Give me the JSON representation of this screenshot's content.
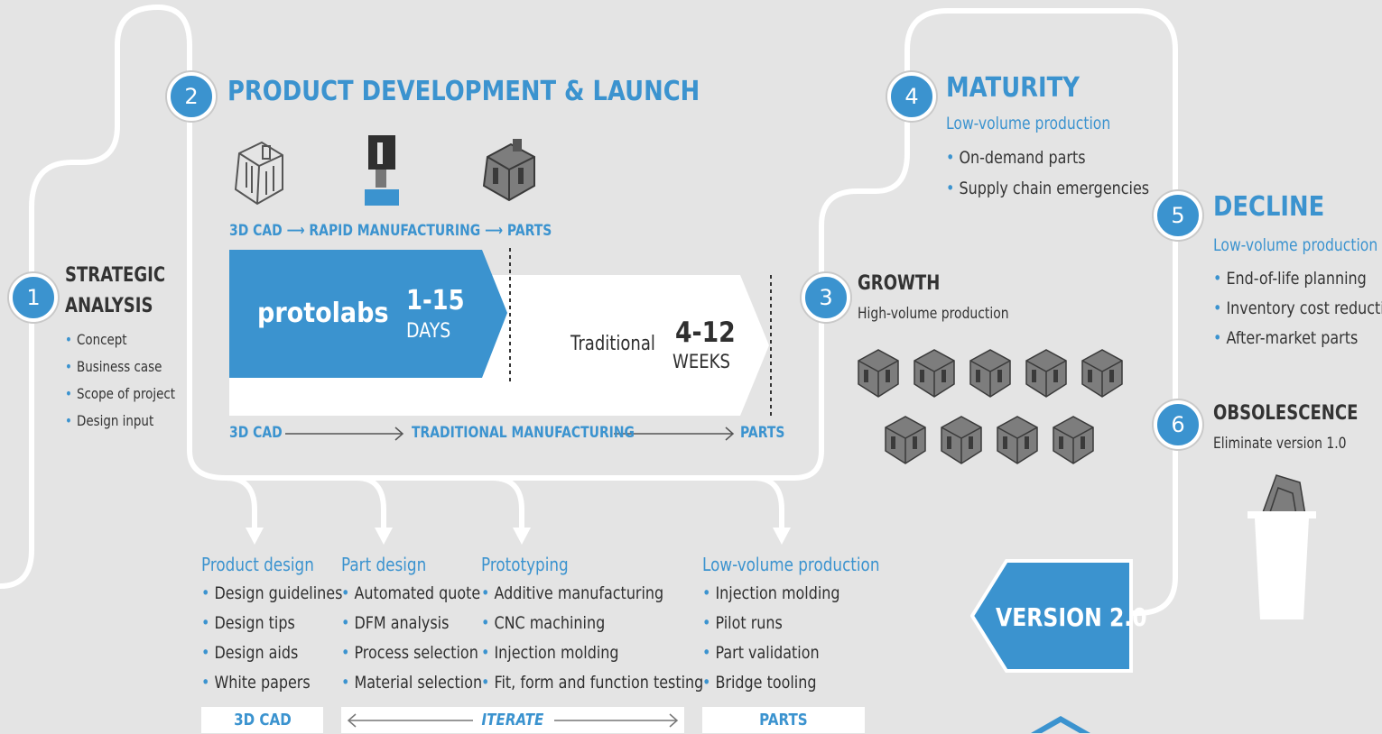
{
  "stage1": {
    "number": "1",
    "title_line1": "STRATEGIC",
    "title_line2": "ANALYSIS",
    "items": [
      "Concept",
      "Business case",
      "Scope of project",
      "Design input"
    ]
  },
  "stage2": {
    "number": "2",
    "title": "PRODUCT DEVELOPMENT & LAUNCH",
    "flow_top": {
      "a": "3D CAD",
      "b": "RAPID MANUFACTURING",
      "c": "PARTS"
    },
    "protolabs_logo": "protolabs",
    "protolabs_time": "1-15",
    "protolabs_unit": "DAYS",
    "traditional_label": "Traditional",
    "traditional_time": "4-12",
    "traditional_unit": "WEEKS",
    "flow_bottom": {
      "a": "3D CAD",
      "b": "TRADITIONAL MANUFACTURING",
      "c": "PARTS"
    }
  },
  "stage3": {
    "number": "3",
    "title": "GROWTH",
    "subtitle": "High-volume production"
  },
  "stage4": {
    "number": "4",
    "title": "MATURITY",
    "subtitle": "Low-volume production",
    "items": [
      "On-demand parts",
      "Supply chain emergencies"
    ]
  },
  "stage5": {
    "number": "5",
    "title": "DECLINE",
    "subtitle": "Low-volume production",
    "items": [
      "End-of-life planning",
      "Inventory cost reduction",
      "After-market parts"
    ]
  },
  "stage6": {
    "number": "6",
    "title": "OBSOLESCENCE",
    "subtitle": "Eliminate version 1.0"
  },
  "version_label": "VERSION 2.0",
  "columns": [
    {
      "heading": "Product design",
      "items": [
        "Design guidelines",
        "Design tips",
        "Design aids",
        "White papers"
      ]
    },
    {
      "heading": "Part design",
      "items": [
        "Automated quote",
        "DFM analysis",
        "Process selection",
        "Material selection"
      ]
    },
    {
      "heading": "Prototyping",
      "items": [
        "Additive manufacturing",
        "CNC machining",
        "Injection molding",
        "Fit, form and function testing"
      ]
    },
    {
      "heading": "Low-volume production",
      "items": [
        "Injection molding",
        "Pilot runs",
        "Part validation",
        "Bridge tooling"
      ]
    }
  ],
  "footer": {
    "cad": "3D CAD",
    "iterate": "ITERATE",
    "parts": "PARTS"
  },
  "colors": {
    "accent": "#3b93cf",
    "background": "#e4e4e4",
    "text": "#2f2f2f"
  },
  "icons": [
    "cad-part-icon",
    "cnc-mill-icon",
    "metal-part-icon",
    "trash-bin-icon",
    "home-icon"
  ]
}
